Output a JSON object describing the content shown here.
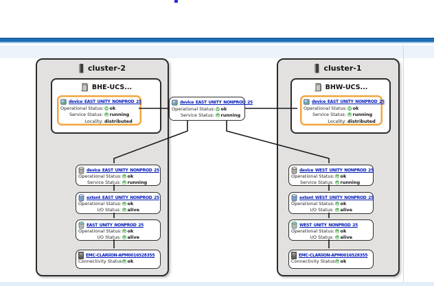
{
  "colors": {
    "toolbar_blue": "#1d6fb5",
    "toolbar_underline": "#9cc2e5",
    "pale_background": "#edf3fb",
    "cluster_fill": "#e2e1df",
    "highlight_orange": "#f2a33c",
    "link_blue": "#0018b8",
    "status_green": "#3c9b3c"
  },
  "clusters": [
    {
      "title": "cluster-2",
      "icon": "cluster-icon",
      "host": {
        "title": "BHE-UCS...",
        "icon": "host-icon",
        "device": {
          "icon": "virtual-volume-icon",
          "title": "device_EAST_UNITY_NONPROD_25",
          "highlighted": true,
          "rows": [
            {
              "label": "Operational Status:",
              "value": "ok",
              "check": true
            },
            {
              "label": "Service Status:",
              "value": "running",
              "check": true
            },
            {
              "label": "Locality:",
              "value": "distributed",
              "check": false
            }
          ]
        }
      },
      "stack": [
        {
          "icon": "storage-volume-icon",
          "title": "device_EAST_UNITY_NONPROD_25",
          "rows": [
            {
              "label": "Operational Status:",
              "value": "ok",
              "check": true
            },
            {
              "label": "Service Status:",
              "value": "running",
              "check": true
            }
          ]
        },
        {
          "icon": "extent-icon",
          "title": "extent_EAST_UNITY_NONPROD_25",
          "rows": [
            {
              "label": "Operational Status:",
              "value": "ok",
              "check": true
            },
            {
              "label": "I/O Status:",
              "value": "alive",
              "check": true
            }
          ]
        },
        {
          "icon": "volume-icon",
          "title": "EAST_UNITY_NONPROD_25",
          "rows": [
            {
              "label": "Operational Status:",
              "value": "ok",
              "check": true
            },
            {
              "label": "I/O Status:",
              "value": "alive",
              "check": true
            }
          ]
        },
        {
          "icon": "array-icon",
          "title": "EMC-CLARiiON-APM0016528355",
          "rows": [
            {
              "label": "Connectivity Status:",
              "value": "ok",
              "check": true
            }
          ]
        }
      ]
    },
    {
      "title": "cluster-1",
      "icon": "cluster-icon",
      "host": {
        "title": "BHW-UCS...",
        "icon": "host-icon",
        "device": {
          "icon": "virtual-volume-icon",
          "title": "device_EAST_UNITY_NONPROD_25",
          "highlighted": true,
          "rows": [
            {
              "label": "Operational Status:",
              "value": "ok",
              "check": true
            },
            {
              "label": "Service Status:",
              "value": "running",
              "check": true
            },
            {
              "label": "Locality:",
              "value": "distributed",
              "check": false
            }
          ]
        }
      },
      "stack": [
        {
          "icon": "storage-volume-icon",
          "title": "device_WEST_UNITY_NONPROD_25",
          "rows": [
            {
              "label": "Operational Status:",
              "value": "ok",
              "check": true
            },
            {
              "label": "Service Status:",
              "value": "running",
              "check": true
            }
          ]
        },
        {
          "icon": "extent-icon",
          "title": "extent_WEST_UNITY_NONPROD_25",
          "rows": [
            {
              "label": "Operational Status:",
              "value": "ok",
              "check": true
            },
            {
              "label": "I/O Status:",
              "value": "alive",
              "check": true
            }
          ]
        },
        {
          "icon": "volume-icon",
          "title": "WEST_UNITY_NONPROD_25",
          "rows": [
            {
              "label": "Operational Status:",
              "value": "ok",
              "check": true
            },
            {
              "label": "I/O Status:",
              "value": "alive",
              "check": true
            }
          ]
        },
        {
          "icon": "array-icon",
          "title": "EMC-CLARiiON-APM0016528355",
          "rows": [
            {
              "label": "Connectivity Status:",
              "value": "ok",
              "check": true
            }
          ]
        }
      ]
    }
  ],
  "center_node": {
    "icon": "virtual-volume-icon",
    "title": "device_EAST_UNITY_NONPROD_25",
    "rows": [
      {
        "label": "Operational Status:",
        "value": "ok",
        "check": true
      },
      {
        "label": "Service Status:",
        "value": "running",
        "check": true
      }
    ]
  }
}
